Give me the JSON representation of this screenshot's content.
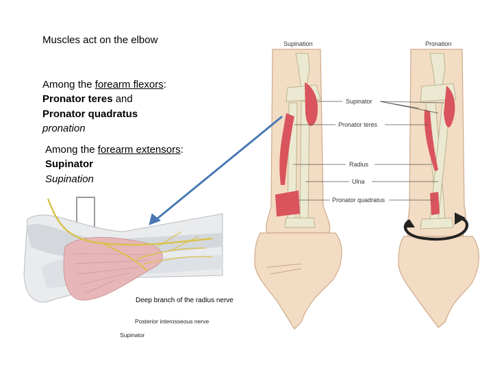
{
  "slide": {
    "title": "Muscles act on the elbow",
    "flexors": {
      "intro": "Among the ",
      "group": "forearm flexors",
      "colon": ":",
      "muscle1": "Pronator teres",
      "and": " and",
      "muscle2": "Pronator quadratus",
      "action": "pronation"
    },
    "extensors": {
      "intro": "Among the ",
      "group": "forearm extensors",
      "colon": ":",
      "muscle1": "Supinator",
      "action": "Supination"
    }
  },
  "figure": {
    "col_supination": "Supination",
    "col_pronation": "Pronation",
    "labels": [
      "Supinator",
      "Pronator teres",
      "Radius",
      "Ulna",
      "Pronator quadratus"
    ]
  },
  "inset": {
    "caption": "Deep branch of the radius nerve",
    "nerve_label": "Posterior interosseous nerve",
    "muscle_label": "Supinator"
  },
  "colors": {
    "muscle": "#d9545c",
    "bone": "#ece9d2",
    "skin": "#f2d3b3",
    "arrow": "#4a78b4"
  }
}
